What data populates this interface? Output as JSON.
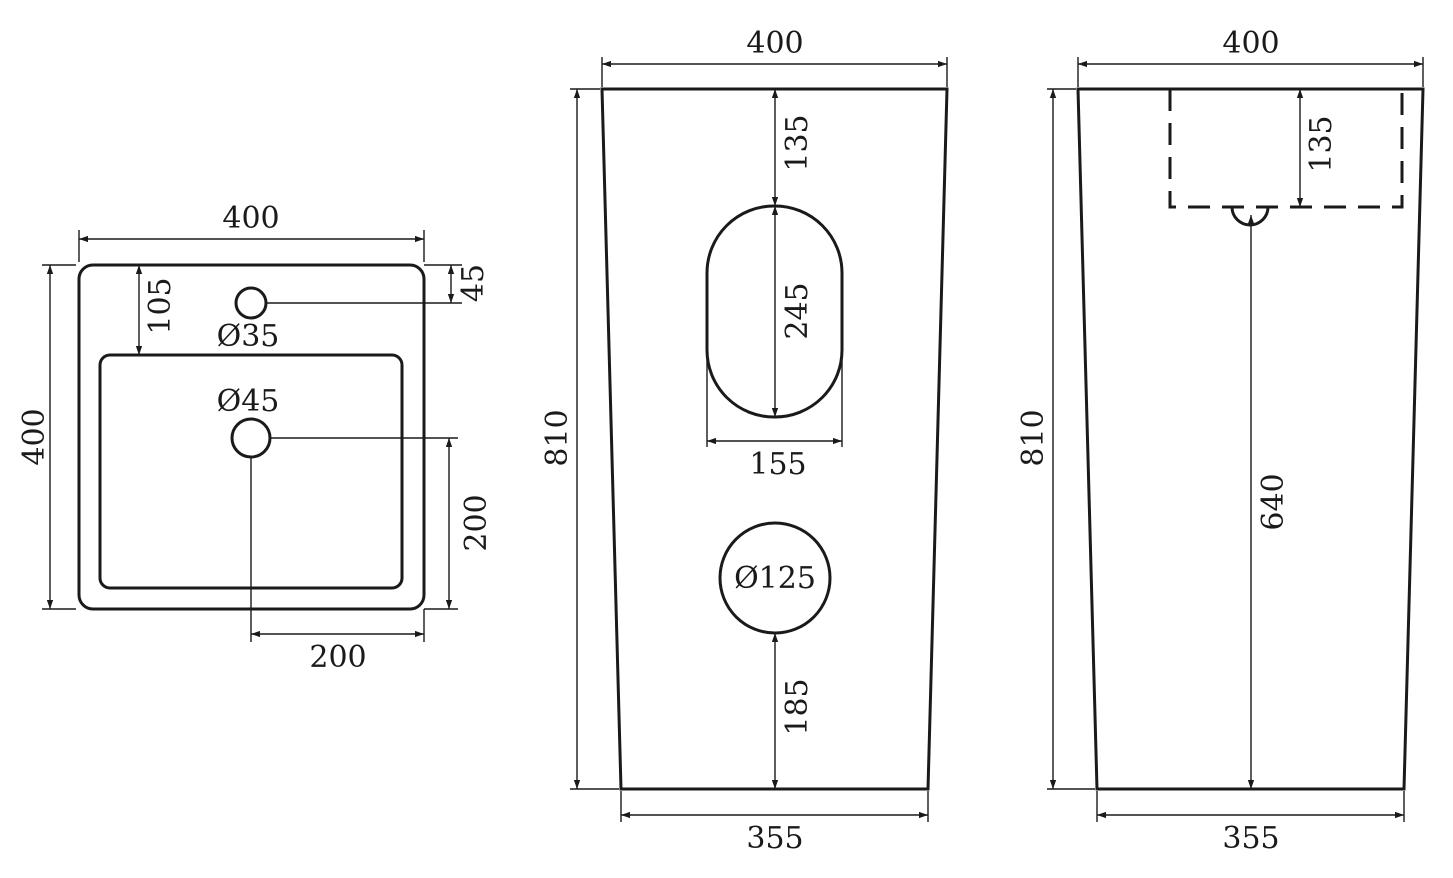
{
  "top_view": {
    "width": "400",
    "depth": "400",
    "tap_offset": "105",
    "tap_edge": "45",
    "tap_hole": "Ø35",
    "drain_hole": "Ø45",
    "drain_side": "200",
    "drain_front": "200"
  },
  "front_view": {
    "top_width": "400",
    "height": "810",
    "opening_top": "135",
    "opening_height": "245",
    "opening_width": "155",
    "access_hole": "Ø125",
    "access_bottom": "185",
    "bottom_width": "355"
  },
  "side_view": {
    "top_width": "400",
    "height": "810",
    "bowl_depth": "135",
    "drain_height": "640",
    "bottom_width": "355"
  }
}
